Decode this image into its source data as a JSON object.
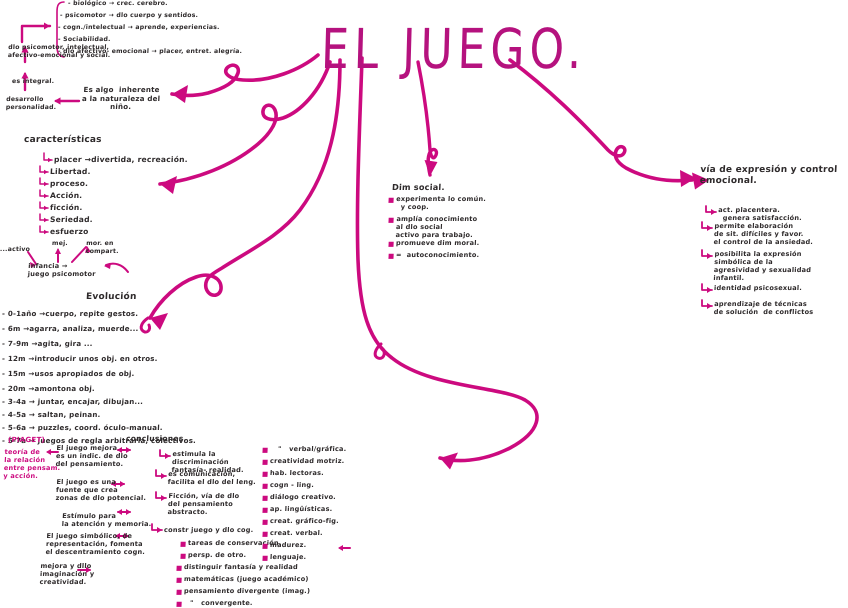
{
  "meta": {
    "title": "EL JUEGO.",
    "ink_color": "#cc0a7f",
    "text_color": "#2e2a2b",
    "background": "#ffffff"
  },
  "top_left": {
    "bracket_list": [
      "- biológico → crec. cerebro.",
      "- psicomotor → dlo cuerpo y sentidos.",
      "- cogn./intelectual → aprende, experiencias.",
      "- Sociabilidad.",
      "- dlo afectivo- emocional → placer, entret. alegría."
    ],
    "chain": [
      "dlo psicomotor, intelectual,\nafectivo-emocional y social.",
      "es integral.",
      "desarrollo\npersonalidad."
    ],
    "inherent_note": "Es algo  inherente\na la naturaleza del\nniño."
  },
  "caracteristicas": {
    "heading": "características",
    "items": [
      "placer →divertida, recreación.",
      "Libertad.",
      "proceso.",
      "Acción.",
      "ficción.",
      "Seriedad.",
      "esfuerzo"
    ]
  },
  "infancia": {
    "left_label": "...activo",
    "mid_label": "mej.",
    "right_label": "mor. en\ncompart.",
    "bottom": "infancia →\njuego psicomotor"
  },
  "evolucion": {
    "heading": "Evolución",
    "items": [
      "- 0-1año →cuerpo, repite gestos.",
      "- 6m →agarra, analiza, muerde...",
      "- 7-9m →agita, gira ...",
      "- 12m →introducir unos obj. en otros.",
      "- 15m →usos apropiados de obj.",
      "- 20m →amontona obj.",
      "- 3-4a → juntar, encajar, dibujan...",
      "- 4-5a → saltan, peinan.",
      "- 5-6a → puzzles, coord. óculo-manual.",
      "- 5-7a → juegos de regla arbitraria, colectivos."
    ]
  },
  "dim_social": {
    "heading": "Dim social.",
    "items": [
      "experimenta lo común.\n  y coop.",
      "amplía conocimiento\nal dlo social\nactivo para trabajo.",
      "promueve dim moral.",
      "=  autoconocimiento."
    ]
  },
  "via_expresion": {
    "heading": "vía de expresión y control\nemocional.",
    "items": [
      "act. placentera.\n  genera satisfacción.",
      "permite elaboración\nde sit. difíciles y favor.\nel control de la ansiedad.",
      "posibilita la expresión\nsimbólica de la\nagresividad y sexualidad\ninfantil.",
      "identidad psicosexual.",
      "aprendizaje de técnicas\nde solución  de conflictos"
    ]
  },
  "piaget": {
    "label": "(PIAGET)",
    "subtitle": "teoría de\nla relación\nentre pensam.\ny acción."
  },
  "piaget_body": [
    "El juego mejora\nes un indic. de dlo\ndel pensamiento.",
    "El juego es una\nfuente que crea\nzonas de dlo potencial.",
    "Estímulo para\nla atención y memoria.",
    "El juego simbólico, de\nrepresentación, fomenta\nel descentramiento cogn.",
    "mejora y dllo\nimaginación y\ncreatividad."
  ],
  "conclusiones": {
    "heading": "conclusiones.",
    "items": [
      "estimula la\ndiscriminación\nfantasía- realidad.",
      "es comunicación,\nfacilita el dlo del leng.",
      "Ficción, vía de dlo\ndel pensamiento\nabstracto.",
      "constr juego y dlo cog."
    ],
    "sub_items": [
      "tareas de conservación.",
      "persp. de otro.",
      "distinguir fantasía y realidad",
      "matemáticas (juego académico)",
      "pensamiento divergente (imag.)",
      "\"   convergente."
    ]
  },
  "right_list": [
    "\"   verbal/gráfica.",
    "creatividad motriz.",
    "hab. lectoras.",
    "cogn - ling.",
    "diálogo creativo.",
    "ap. lingüísticas.",
    "creat. gráfico-fig.",
    "creat. verbal.",
    "madurez.",
    "lenguaje."
  ]
}
